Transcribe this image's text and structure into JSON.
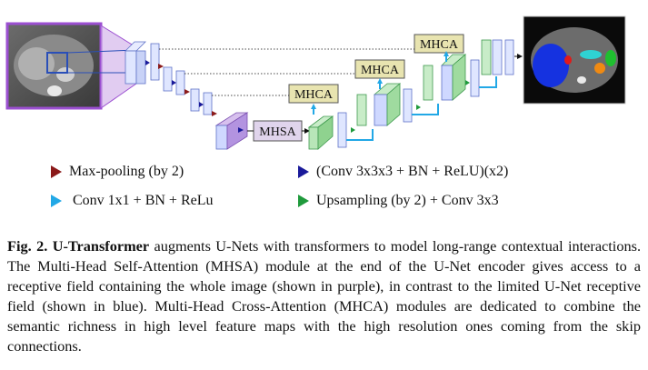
{
  "figure": {
    "mhsa_label": "MHSA",
    "mhca_labels": [
      "MHCA",
      "MHCA",
      "MHCA"
    ]
  },
  "legend": {
    "maxpool": "Max-pooling (by 2)",
    "conv3": "(Conv 3x3x3 + BN + ReLU)(x2)",
    "conv1": "Conv 1x1 + BN + ReLu",
    "upsample": "Upsampling (by 2) + Conv 3x3"
  },
  "caption": {
    "fig_label": "Fig. 2.",
    "title": "U-Transformer",
    "text": " augments U-Nets with transformers to model long-range contextual interactions. The Multi-Head Self-Attention (MHSA) module at the end of the U-Net encoder gives access to a receptive field containing the whole image (shown in purple), in contrast to the limited U-Net receptive field (shown in blue). Multi-Head Cross-Attention (MHCA) modules are dedicated to combine the semantic richness in high level feature maps with the high resolution ones coming from the skip connections."
  },
  "colors": {
    "maxpool": "#8b1a1a",
    "conv3": "#1a1a9a",
    "conv1": "#22a8e6",
    "upsample": "#1f9a3c",
    "attention_box": "#e8e4b0",
    "mhsa_box": "#e0d4ec",
    "receptive_purple": "#9b4fd1",
    "receptive_blue": "#2a4fb8"
  }
}
